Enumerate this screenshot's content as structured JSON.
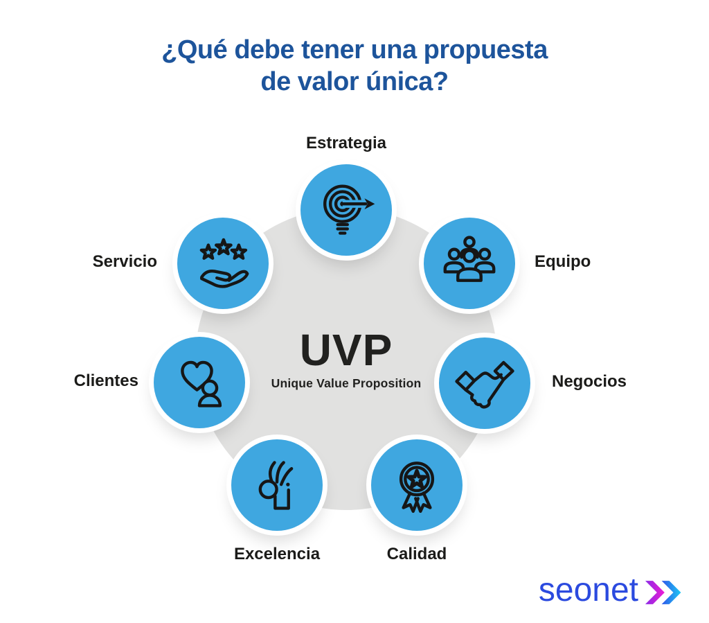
{
  "title": {
    "line1": "¿Qué debe tener una propuesta",
    "line2": "de valor única?",
    "color": "#1d549b"
  },
  "center": {
    "acronym": "UVP",
    "subtitle": "Unique Value Proposition",
    "circle_color": "#e1e1e0"
  },
  "nodes": [
    {
      "id": "estrategia",
      "label": "Estrategia",
      "icon": "target-lightbulb-arrow-icon",
      "position": "top"
    },
    {
      "id": "equipo",
      "label": "Equipo",
      "icon": "team-people-icon",
      "position": "upper-right"
    },
    {
      "id": "negocios",
      "label": "Negocios",
      "icon": "handshake-icon",
      "position": "right"
    },
    {
      "id": "calidad",
      "label": "Calidad",
      "icon": "award-ribbon-star-icon",
      "position": "bottom-right"
    },
    {
      "id": "excelencia",
      "label": "Excelencia",
      "icon": "ok-hand-icon",
      "position": "bottom-left"
    },
    {
      "id": "clientes",
      "label": "Clientes",
      "icon": "heart-person-icon",
      "position": "left"
    },
    {
      "id": "servicio",
      "label": "Servicio",
      "icon": "hand-stars-icon",
      "position": "upper-left"
    }
  ],
  "style": {
    "node_circle_color": "#3fa7e0",
    "icon_stroke_color": "#161616",
    "label_color": "#1b1b19"
  },
  "logo": {
    "text": "seonet",
    "text_color": "#2b4adf",
    "chevron1_gradient": [
      "#8a2be6",
      "#ee1bd4"
    ],
    "chevron2_gradient": [
      "#2f55e9",
      "#1cc8f4"
    ]
  }
}
